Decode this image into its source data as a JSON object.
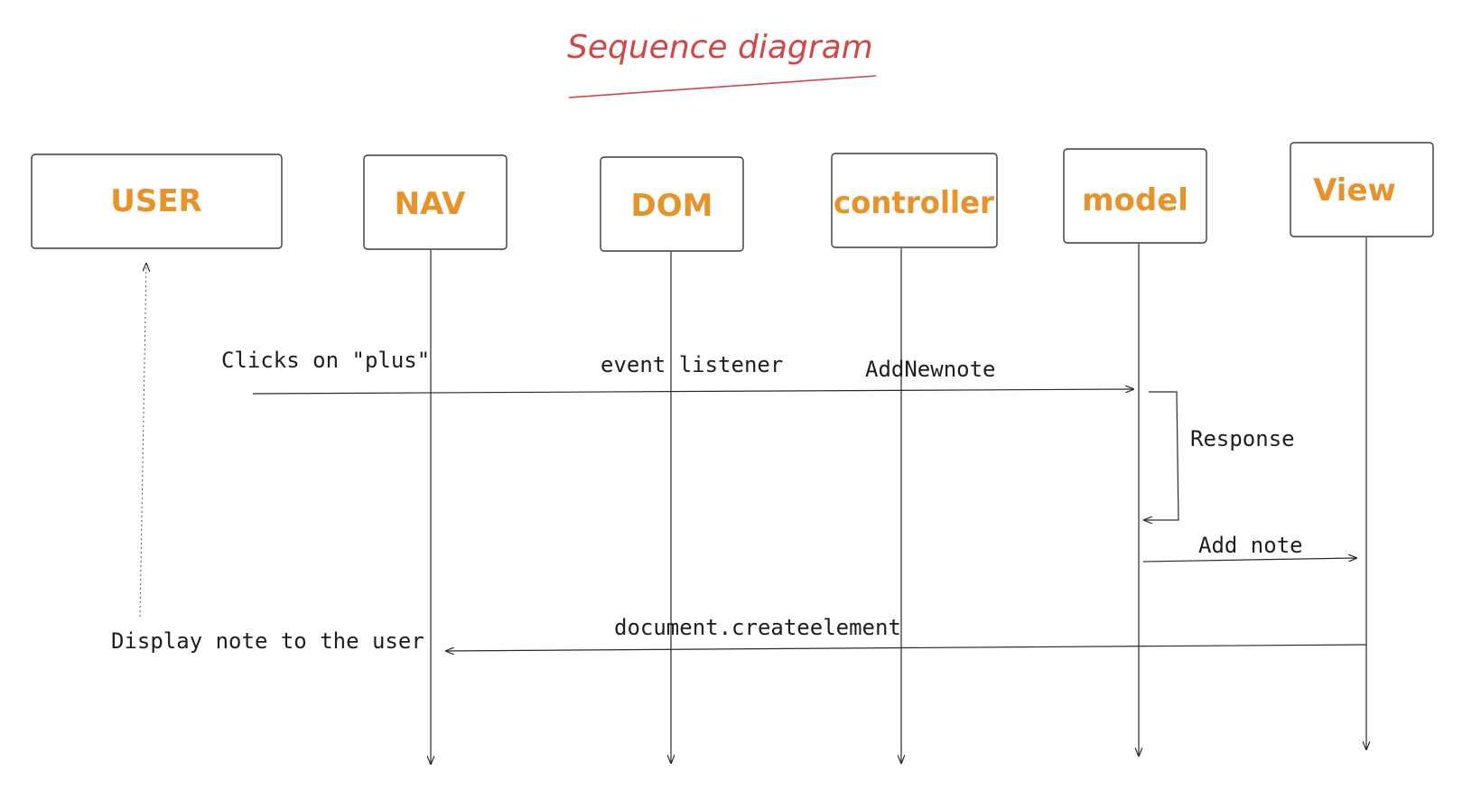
{
  "title": "Sequence diagram",
  "colors": {
    "title": "#d64545",
    "actor_text": "#e8922a",
    "lines": "#2a2a2a",
    "background": "#ffffff"
  },
  "actors": [
    {
      "id": "user",
      "label": "USER"
    },
    {
      "id": "nav",
      "label": "NAV"
    },
    {
      "id": "dom",
      "label": "DOM"
    },
    {
      "id": "controller",
      "label": "controller"
    },
    {
      "id": "model",
      "label": "model"
    },
    {
      "id": "view",
      "label": "View"
    }
  ],
  "messages": [
    {
      "id": "clicks",
      "label": "Clicks on \"plus\""
    },
    {
      "id": "event",
      "label": "event listener"
    },
    {
      "id": "addnewnote",
      "label": "AddNewnote"
    },
    {
      "id": "response",
      "label": "Response"
    },
    {
      "id": "addnote",
      "label": "Add note"
    },
    {
      "id": "createelement",
      "label": "document.createelement"
    },
    {
      "id": "display",
      "label": "Display note to the user"
    }
  ]
}
